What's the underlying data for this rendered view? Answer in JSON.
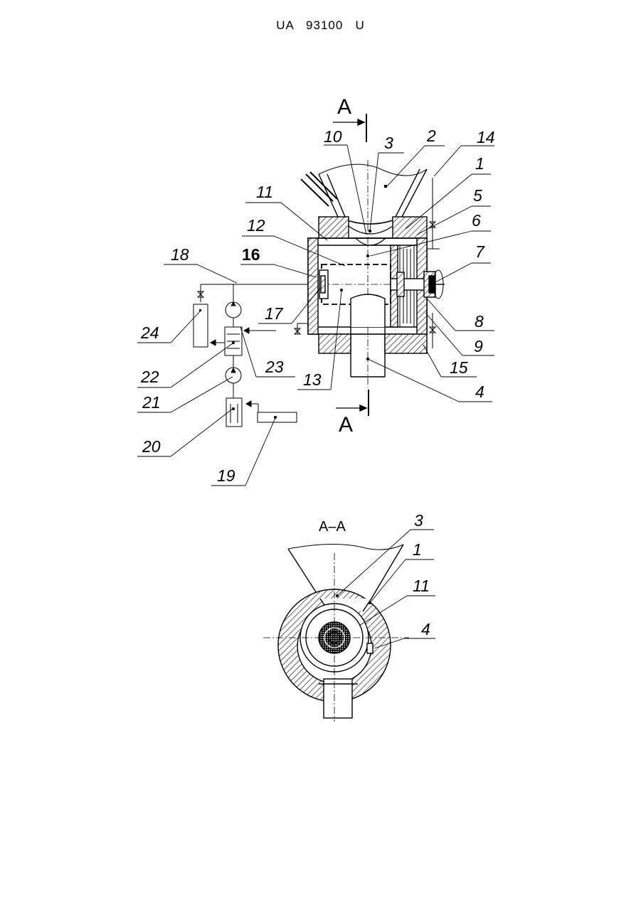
{
  "header": {
    "doc_number": "UA   93100   U"
  },
  "section_marks": {
    "top": "A",
    "bottom": "A",
    "section_title": "A–A"
  },
  "labels_fig1": [
    "10",
    "3",
    "2",
    "14",
    "1",
    "5",
    "11",
    "12",
    "6",
    "18",
    "16",
    "7",
    "17",
    "8",
    "23",
    "24",
    "22",
    "9",
    "15",
    "13",
    "4",
    "21",
    "20",
    "19"
  ],
  "labels_fig2": [
    "3",
    "1",
    "11",
    "4"
  ]
}
